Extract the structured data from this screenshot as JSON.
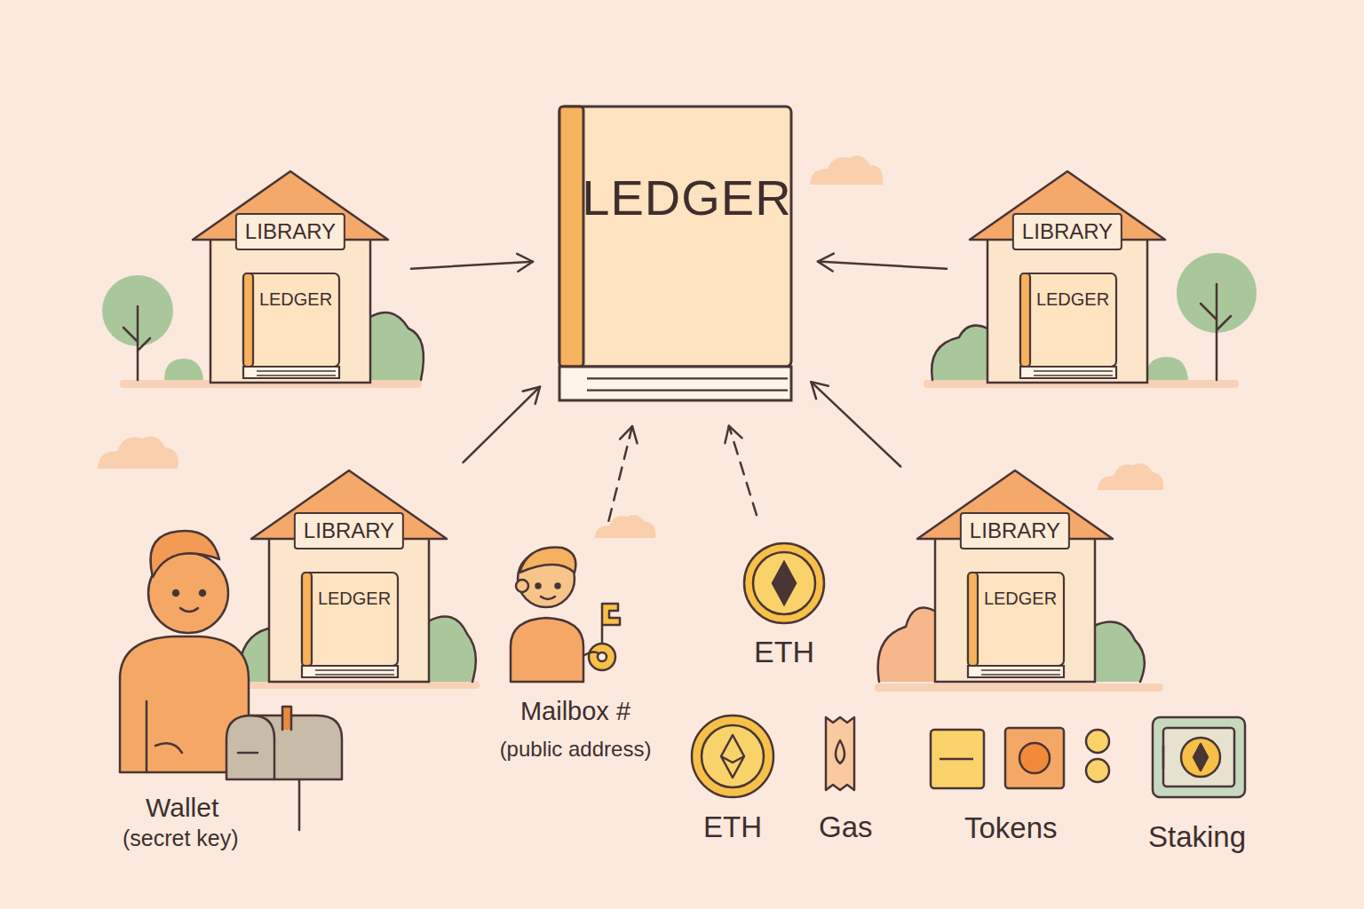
{
  "diagram": {
    "nodes": [
      {
        "text": [
          "LEDGER"
        ]
      },
      {
        "text": [
          "LIBRARY"
        ]
      },
      {
        "text": [
          "LEDGER"
        ],
        "in": 1
      },
      {
        "text": [
          "LIBRARY"
        ]
      },
      {
        "text": [
          "LEDGER"
        ],
        "in": 3
      },
      {
        "text": [
          "LIBRARY"
        ]
      },
      {
        "text": [
          "LEDGER"
        ],
        "in": 5
      },
      {
        "text": [
          "LIBRARY"
        ]
      },
      {
        "text": [
          "LEDGER"
        ],
        "in": 7
      },
      {
        "text": [
          "Mailbox #",
          "(public address)"
        ]
      },
      {
        "text": [
          "ETH"
        ]
      }
    ],
    "edges": [
      {
        "from": 1,
        "to": 0,
        "arrow": "to"
      },
      {
        "from": 3,
        "to": 0,
        "arrow": "to"
      },
      {
        "from": 5,
        "to": 0,
        "arrow": "to"
      },
      {
        "from": 7,
        "to": 0,
        "arrow": "to"
      },
      {
        "from": 9,
        "to": 0,
        "arrow": "to"
      },
      {
        "from": 10,
        "to": 0,
        "arrow": "to"
      }
    ],
    "labels": [
      "Wallet",
      "(secret key)",
      "ETH",
      "Gas",
      "Tokens",
      "Staking"
    ]
  }
}
